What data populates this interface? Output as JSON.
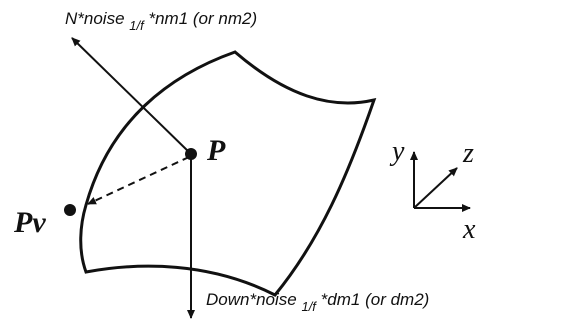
{
  "labels": {
    "top_normal": {
      "prefix": "N*noise",
      "subscript": "1/f",
      "suffix": "*nm1 (or nm2)"
    },
    "bottom_down": {
      "prefix": "Down*noise",
      "subscript": "1/f",
      "suffix": "*dm1 (or dm2)"
    },
    "point_p": "P",
    "point_pv": "Pv",
    "axis_x": "x",
    "axis_y": "y",
    "axis_z": "z"
  },
  "colors": {
    "ink": "#111111",
    "background": "#ffffff"
  }
}
